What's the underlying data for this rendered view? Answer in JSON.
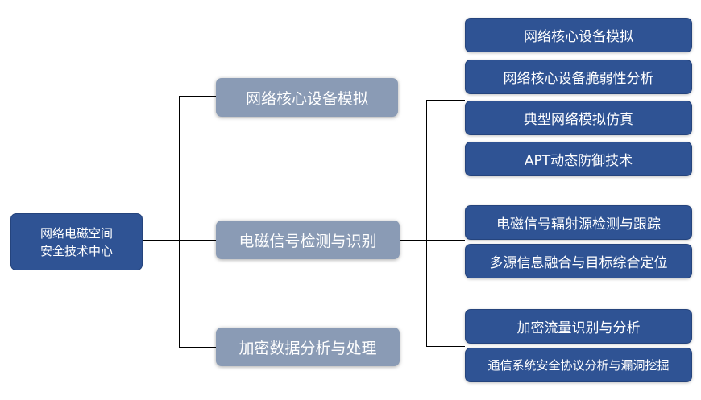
{
  "root": {
    "line1": "网络电磁空间",
    "line2": "安全技术中心"
  },
  "branches": [
    {
      "label": "网络核心设备模拟",
      "children": [
        "网络核心设备模拟",
        "网络核心设备脆弱性分析",
        "典型网络模拟仿真",
        "APT动态防御技术"
      ]
    },
    {
      "label": "电磁信号检测与识别",
      "children": [
        "电磁信号辐射源检测与跟踪",
        "多源信息融合与目标综合定位"
      ]
    },
    {
      "label": "加密数据分析与处理",
      "children": [
        "加密流量识别与分析",
        "通信系统安全协议分析与漏洞挖掘"
      ]
    }
  ],
  "colors": {
    "root_fill": "#2f5394",
    "branch_fill": "#8a9bb5",
    "leaf_fill": "#2f5394",
    "connector": "#000000"
  }
}
